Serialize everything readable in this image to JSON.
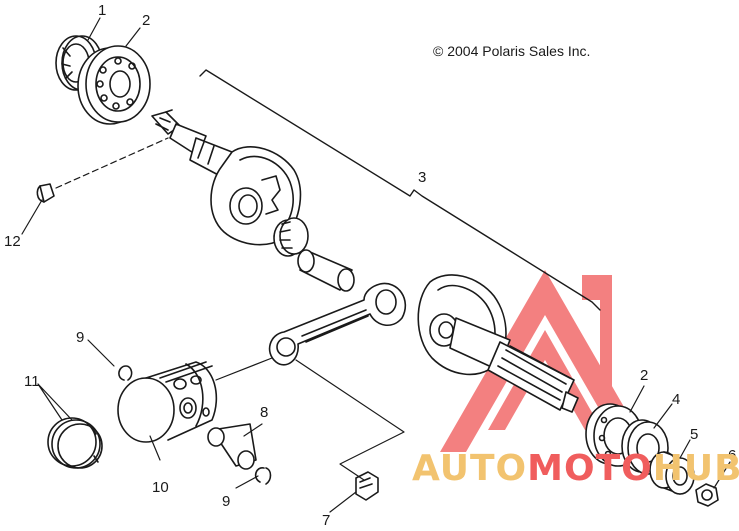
{
  "copyright": "© 2004 Polaris Sales Inc.",
  "callouts": {
    "c1": "1",
    "c2a": "2",
    "c2b": "2",
    "c3": "3",
    "c4": "4",
    "c5": "5",
    "c6": "6",
    "c7": "7",
    "c8": "8",
    "c9a": "9",
    "c9b": "9",
    "c10": "10",
    "c11": "11",
    "c12": "12"
  },
  "watermark": {
    "part1": "AUTO",
    "part2": "MOTO",
    "part3": "HUB",
    "color_red": "#f05d5d",
    "color_yellow": "#f2c36f"
  },
  "line_color": "#1a1a1a"
}
